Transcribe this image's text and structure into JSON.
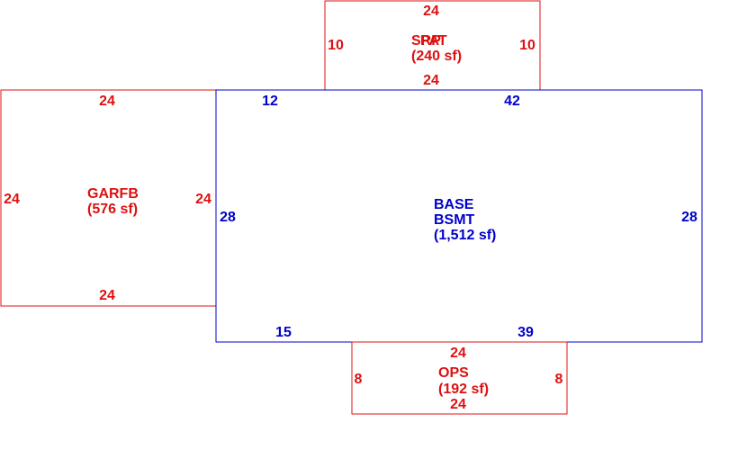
{
  "colors": {
    "base": "#0000cc",
    "addition": "#dd1111",
    "background": "#ffffff"
  },
  "areas": {
    "srpat": {
      "code_a": "SRP",
      "code_b": "PAT",
      "area": "(240 sf)",
      "dim_top": "24",
      "dim_bottom": "24",
      "dim_left": "10",
      "dim_right": "10"
    },
    "garfb": {
      "code": "GARFB",
      "area": "(576 sf)",
      "dim_top": "24",
      "dim_bottom": "24",
      "dim_left": "24",
      "dim_right": "24"
    },
    "base": {
      "code": "BASE",
      "code2": "BSMT",
      "area": "(1,512 sf)",
      "dim_top_left": "12",
      "dim_top_right": "42",
      "dim_left": "28",
      "dim_right": "28",
      "dim_bottom_left": "15",
      "dim_bottom_right": "39"
    },
    "ops": {
      "code": "OPS",
      "area": "(192 sf)",
      "dim_top": "24",
      "dim_bottom": "24",
      "dim_left": "8",
      "dim_right": "8"
    }
  }
}
